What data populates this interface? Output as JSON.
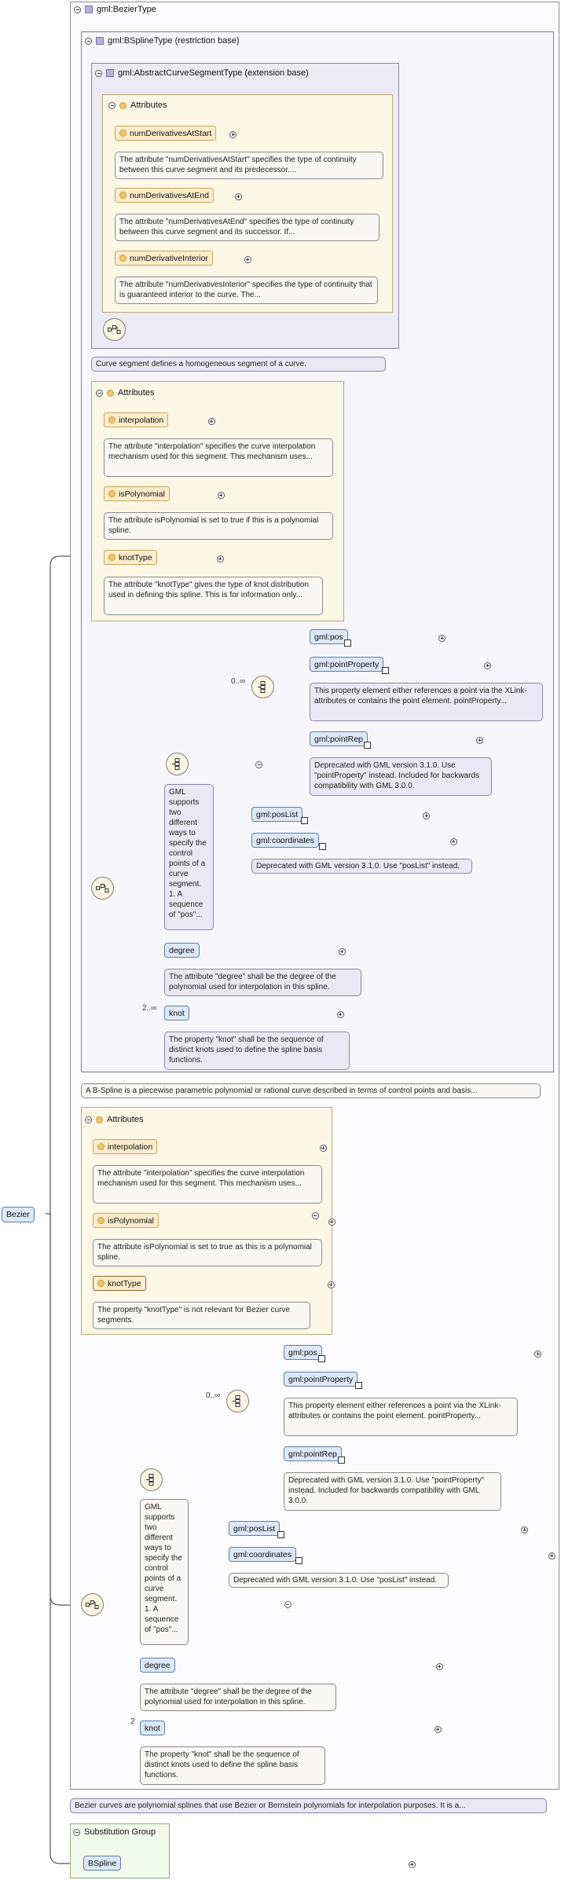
{
  "root": {
    "name": "Bezier"
  },
  "bezier_type": {
    "title": "gml:BezierType",
    "bspline": {
      "title": "gml:BSplineType (restriction base)",
      "acs": {
        "title": "gml:AbstractCurveSegmentType (extension base)",
        "attributes_title": "Attributes",
        "attrs": [
          {
            "name": "numDerivativesAtStart",
            "doc": "The attribute \"numDerivativesAtStart\" specifies the type of continuity between this curve segment and its predecessor...."
          },
          {
            "name": "numDerivativesAtEnd",
            "doc": "The attribute \"numDerivativesAtEnd\" specifies the type of continuity between this curve segment and its successor. If..."
          },
          {
            "name": "numDerivativeInterior",
            "doc": "The attribute \"numDerivativesInterior\" specifies the type of continuity that is guaranteed interior to the curve. The..."
          }
        ],
        "doc": "Curve segment defines a homogeneous segment of a curve."
      },
      "attributes_title": "Attributes",
      "attrs": [
        {
          "name": "interpolation",
          "doc": "The attribute \"interpolation\" specifies the curve interpolation mechanism used for this segment. This mechanism uses..."
        },
        {
          "name": "isPolynomial",
          "doc": "The attribute isPolynomial is set to true if this is a polynomial spline."
        },
        {
          "name": "knotType",
          "doc": "The attribute \"knotType\" gives the type of knot distribution used in defining this spline. This is for information only..."
        }
      ],
      "content": {
        "choice_card": "0..∞",
        "pos": "gml:pos",
        "pointProperty": "gml:pointProperty",
        "pointProperty_doc": "This property element either references a point via the XLink-attributes or contains the point element. pointProperty...",
        "pointRep": "gml:pointRep",
        "pointRep_doc": "Deprecated with GML version 3.1.0. Use \"pointProperty\" instead. Included for backwards compatibility with GML 3.0.0.",
        "posList": "gml:posList",
        "coordinates": "gml:coordinates",
        "coordinates_doc": "Deprecated with GML version 3.1.0. Use \"posList\" instead.",
        "choice_doc": "GML supports two different ways to specify the control points of a curve segment. 1. A sequence of \"pos\"...",
        "degree": "degree",
        "degree_doc": "The attribute \"degree\" shall be the degree of the polynomial used for interpolation in this spline.",
        "knot_card": "2..∞",
        "knot": "knot",
        "knot_doc": "The property \"knot\" shall be the sequence of distinct knots used to define the spline basis functions."
      },
      "doc": "A B-Spline is a piecewise parametric polynomial or rational curve described in terms of control points and basis..."
    },
    "attributes_title": "Attributes",
    "attrs": [
      {
        "name": "interpolation",
        "doc": "The attribute \"interpolation\" specifies the curve interpolation mechanism used for this segment. This mechanism uses..."
      },
      {
        "name": "isPolynomial",
        "doc": "The attribute isPolynomial is set to true as this is a polynomial spline."
      },
      {
        "name": "knotType",
        "doc": "The property \"knotType\" is not relevant for Bezier curve segments."
      }
    ],
    "content": {
      "choice_card": "0..∞",
      "pos": "gml:pos",
      "pointProperty": "gml:pointProperty",
      "pointProperty_doc": "This property element either references a point via the XLink-attributes or contains the point element. pointProperty...",
      "pointRep": "gml:pointRep",
      "pointRep_doc": "Deprecated with GML version 3.1.0. Use \"pointProperty\" instead. Included for backwards compatibility with GML 3.0.0.",
      "posList": "gml:posList",
      "coordinates": "gml:coordinates",
      "coordinates_doc": "Deprecated with GML version 3.1.0. Use \"posList\" instead.",
      "choice_doc": "GML supports two different ways to specify the control points of a curve segment. 1. A sequence of \"pos\"...",
      "degree": "degree",
      "degree_doc": "The attribute \"degree\" shall be the degree of the polynomial used for interpolation in this spline.",
      "knot_card": "2",
      "knot": "knot",
      "knot_doc": "The property \"knot\" shall be the sequence of distinct knots used to define the spline basis functions."
    },
    "doc": "Bezier curves are polynomial splines that use Bezier or Bernstein polynomials for interpolation purposes. It is a..."
  },
  "substitution": {
    "title": "Substitution Group",
    "member": "BSpline"
  },
  "colors": {
    "element": "#dce8f7",
    "attribute": "#fbeccb",
    "type": "#b9b2d8"
  }
}
